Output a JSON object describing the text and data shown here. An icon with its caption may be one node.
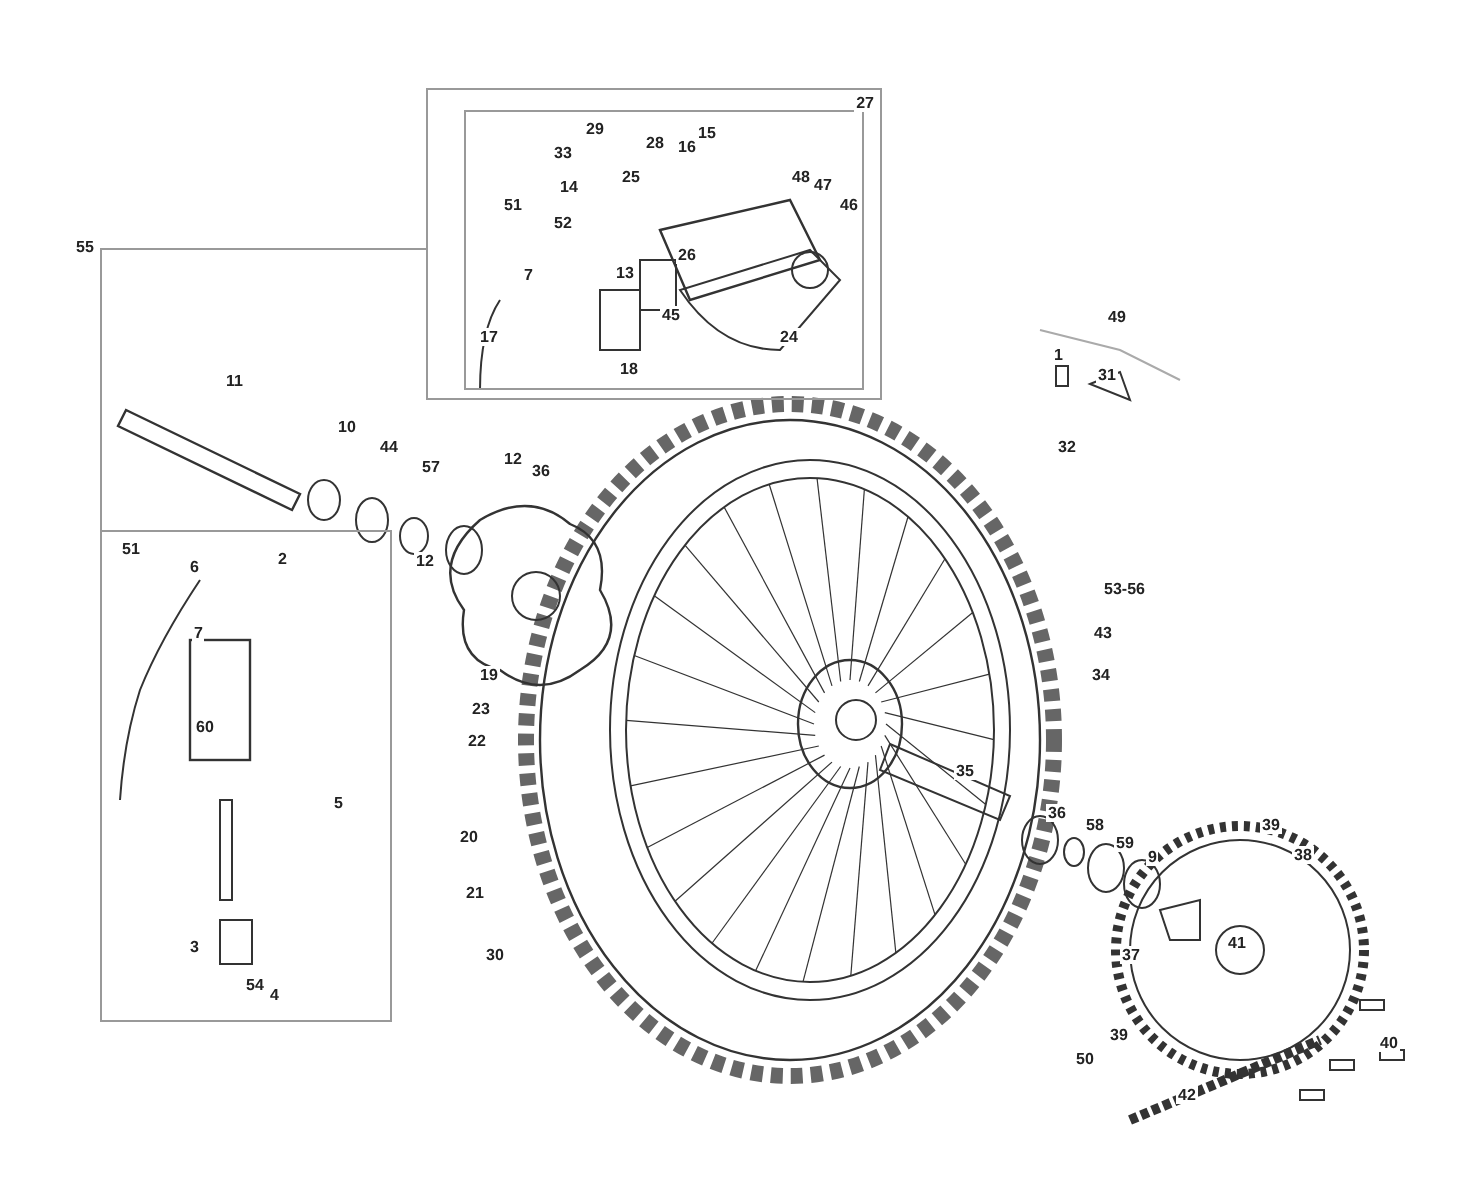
{
  "diagram": {
    "nodes": [
      {
        "text": [
          "27"
        ]
      },
      {
        "text": [
          "55"
        ]
      },
      {
        "text": [],
        "shape": "box"
      }
    ],
    "labels": [
      "29",
      "15",
      "28",
      "16",
      "33",
      "25",
      "48",
      "14",
      "47",
      "51",
      "46",
      "52",
      "26",
      "7",
      "13",
      "45",
      "17",
      "24",
      "18",
      "49",
      "1",
      "11",
      "31",
      "32",
      "10",
      "44",
      "57",
      "12",
      "36",
      "51",
      "2",
      "6",
      "12",
      "53-56",
      "7",
      "43",
      "19",
      "34",
      "23",
      "60",
      "22",
      "5",
      "35",
      "36",
      "58",
      "39",
      "38",
      "59",
      "20",
      "9",
      "21",
      "41",
      "37",
      "3",
      "30",
      "54",
      "4",
      "40",
      "39",
      "50",
      "42"
    ]
  }
}
